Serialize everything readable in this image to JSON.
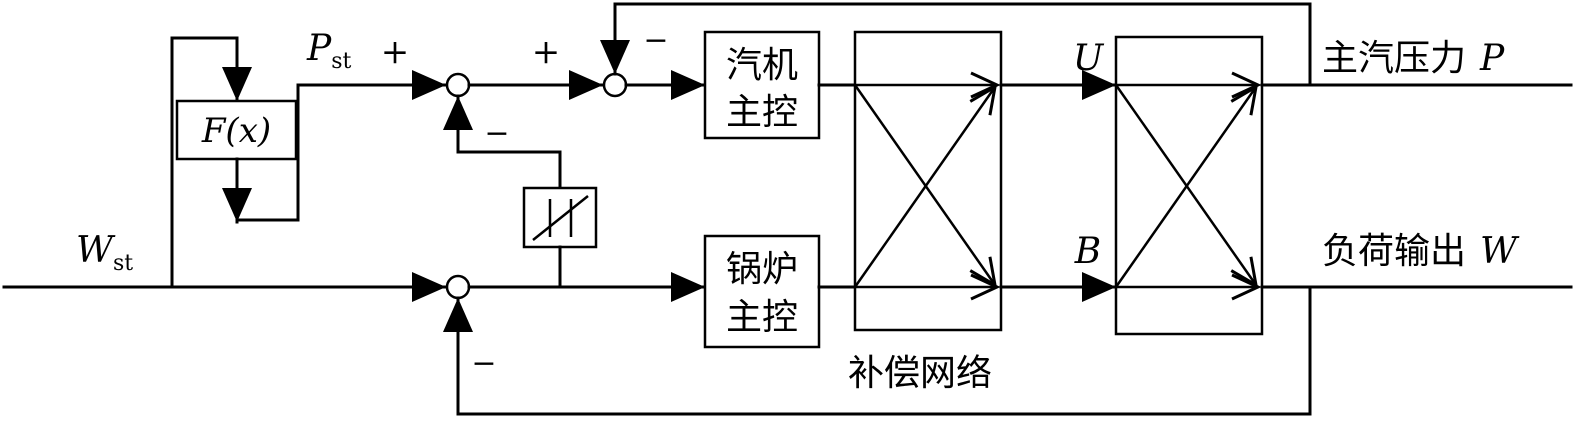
{
  "labels": {
    "w_st_main": "W",
    "w_st_sub": "st",
    "p_st_main": "P",
    "p_st_sub": "st",
    "fx": "F(x)",
    "u": "U",
    "b": "B",
    "out_pressure_text": "主汽压力",
    "out_pressure_sym": "P",
    "out_load_text": "负荷输出",
    "out_load_sym": "W",
    "comp_network": "补偿网络"
  },
  "blocks": {
    "turbine_line1": "汽机",
    "turbine_line2": "主控",
    "boiler_line1": "锅炉",
    "boiler_line2": "主控"
  },
  "signs": {
    "s1_plus": "+",
    "s1_minus": "−",
    "s2_plus": "+",
    "s2_minus": "−",
    "s3_minus": "−"
  }
}
